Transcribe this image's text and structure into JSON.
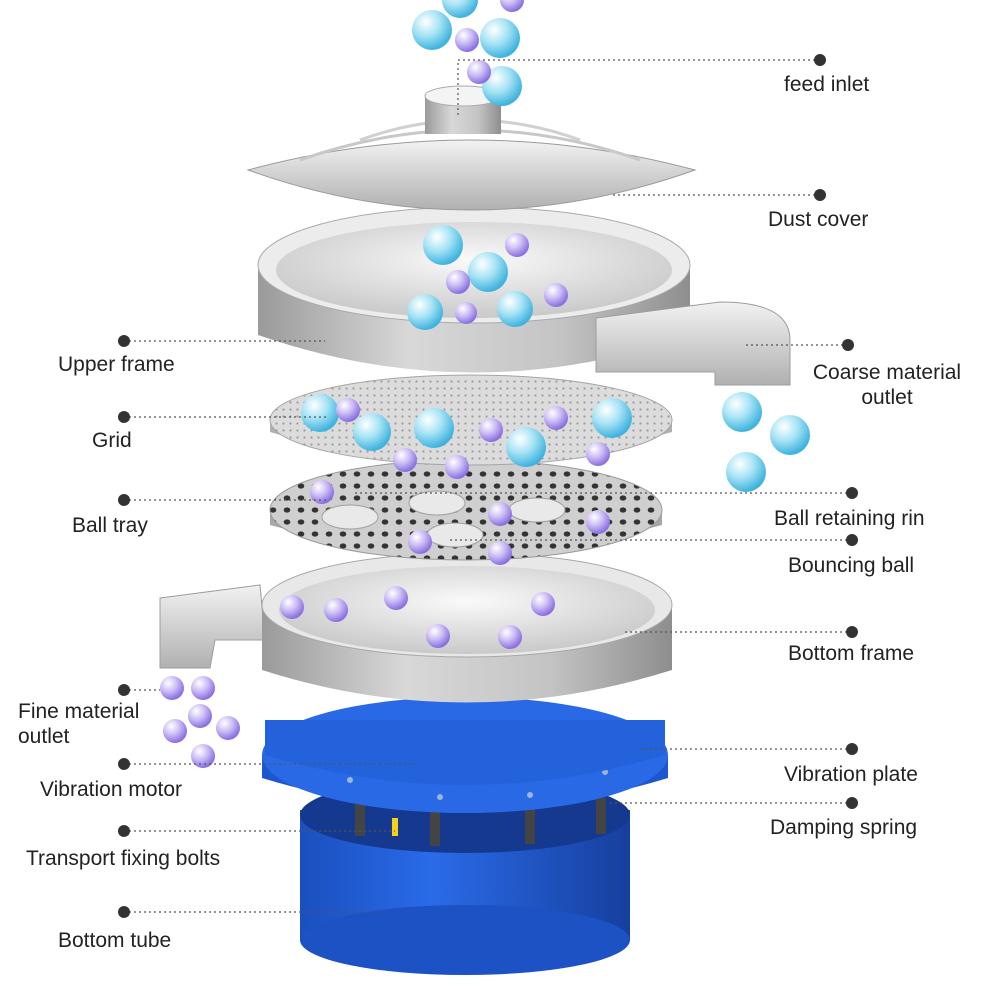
{
  "diagram": {
    "labels": {
      "feed_inlet": "feed inlet",
      "dust_cover": "Dust cover",
      "upper_frame": "Upper frame",
      "coarse_outlet_line1": "Coarse material",
      "coarse_outlet_line2": "outlet",
      "grid": "Grid",
      "ball_tray": "Ball tray",
      "ball_retaining_ring": "Ball retaining rin",
      "bouncing_ball": "Bouncing ball",
      "bottom_frame": "Bottom frame",
      "fine_outlet_line1": "Fine material",
      "fine_outlet_line2": "outlet",
      "vibration_motor": "Vibration motor",
      "vibration_plate": "Vibration plate",
      "transport_fixing_bolts": "Transport fixing bolts",
      "damping_spring": "Damping spring",
      "bottom_tube": "Bottom tube"
    },
    "colors": {
      "steel_light": "#e6e6e6",
      "steel_mid": "#b9b9b9",
      "steel_dark": "#8c8c8c",
      "base_blue": "#1f5fd6",
      "base_blue_dark": "#1646a8",
      "coarse_ball": "#7fd3ee",
      "fine_ball": "#b7a4ef"
    }
  }
}
